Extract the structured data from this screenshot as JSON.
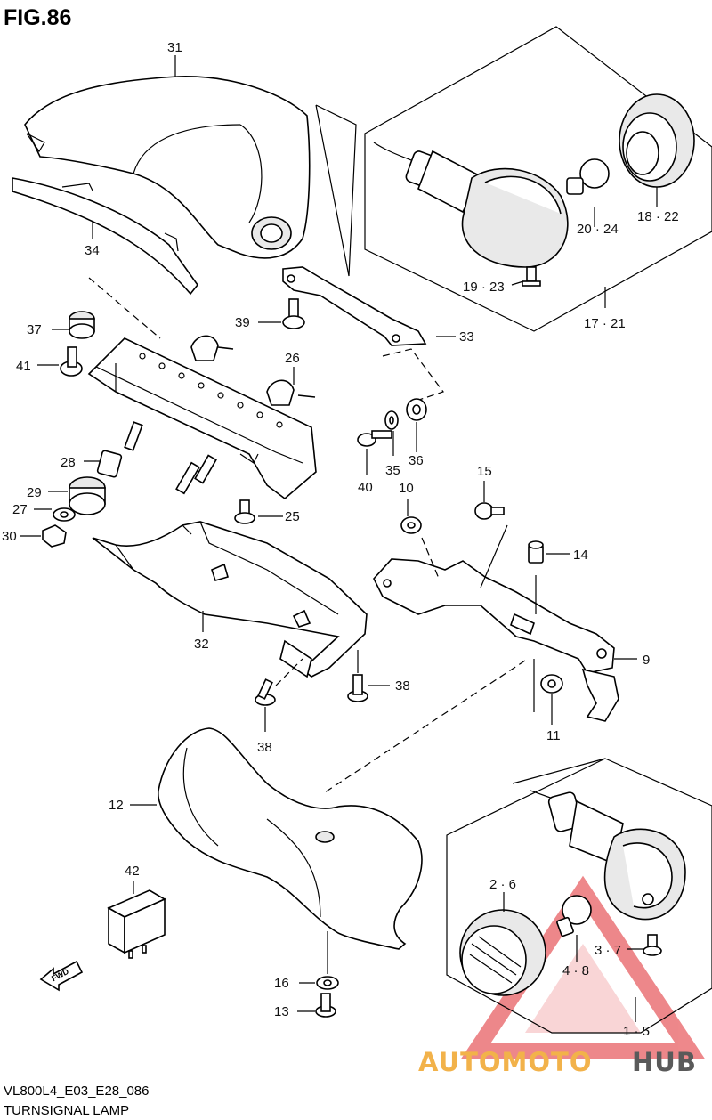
{
  "figure": {
    "title": "FIG.86",
    "code": "VL800L4_E03_E28_086",
    "name": "TURNSIGNAL LAMP"
  },
  "callouts": [
    "31",
    "34",
    "20 · 24",
    "18 · 22",
    "19 · 23",
    "17 · 21",
    "37",
    "39",
    "33",
    "41",
    "26",
    "28",
    "29",
    "27",
    "30",
    "25",
    "35",
    "36",
    "40",
    "10",
    "15",
    "14",
    "9",
    "32",
    "38",
    "38",
    "11",
    "12",
    "42",
    "2 · 6",
    "3 · 7",
    "4 · 8",
    "16",
    "13",
    "1 · 5"
  ],
  "direction_arrow": "FWD",
  "watermark": {
    "left": "AUTOMOTO",
    "right": "HUB"
  },
  "colors": {
    "watermark_orange": "#f2b24a",
    "watermark_gray": "#5a5a5a",
    "watermark_red": "#e0262b"
  }
}
